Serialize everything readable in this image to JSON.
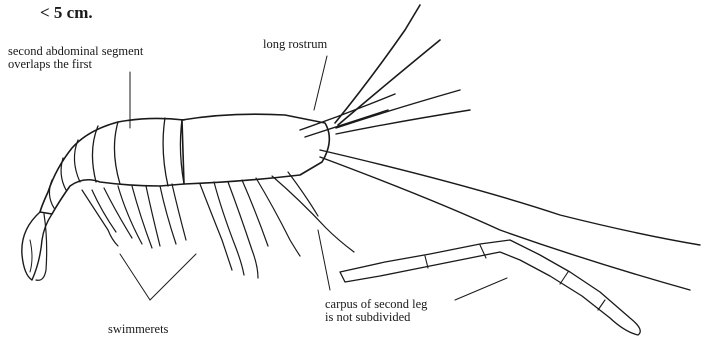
{
  "figure": {
    "size_note": "< 5 cm.",
    "labels": {
      "second_segment": "second abdominal segment\noverlaps the first",
      "rostrum": "long rostrum",
      "swimmerets": "swimmerets",
      "carpus": "carpus of second leg\nis not subdivided"
    }
  },
  "colors": {
    "ink": "#1a1a1a",
    "paper": "#ffffff"
  }
}
